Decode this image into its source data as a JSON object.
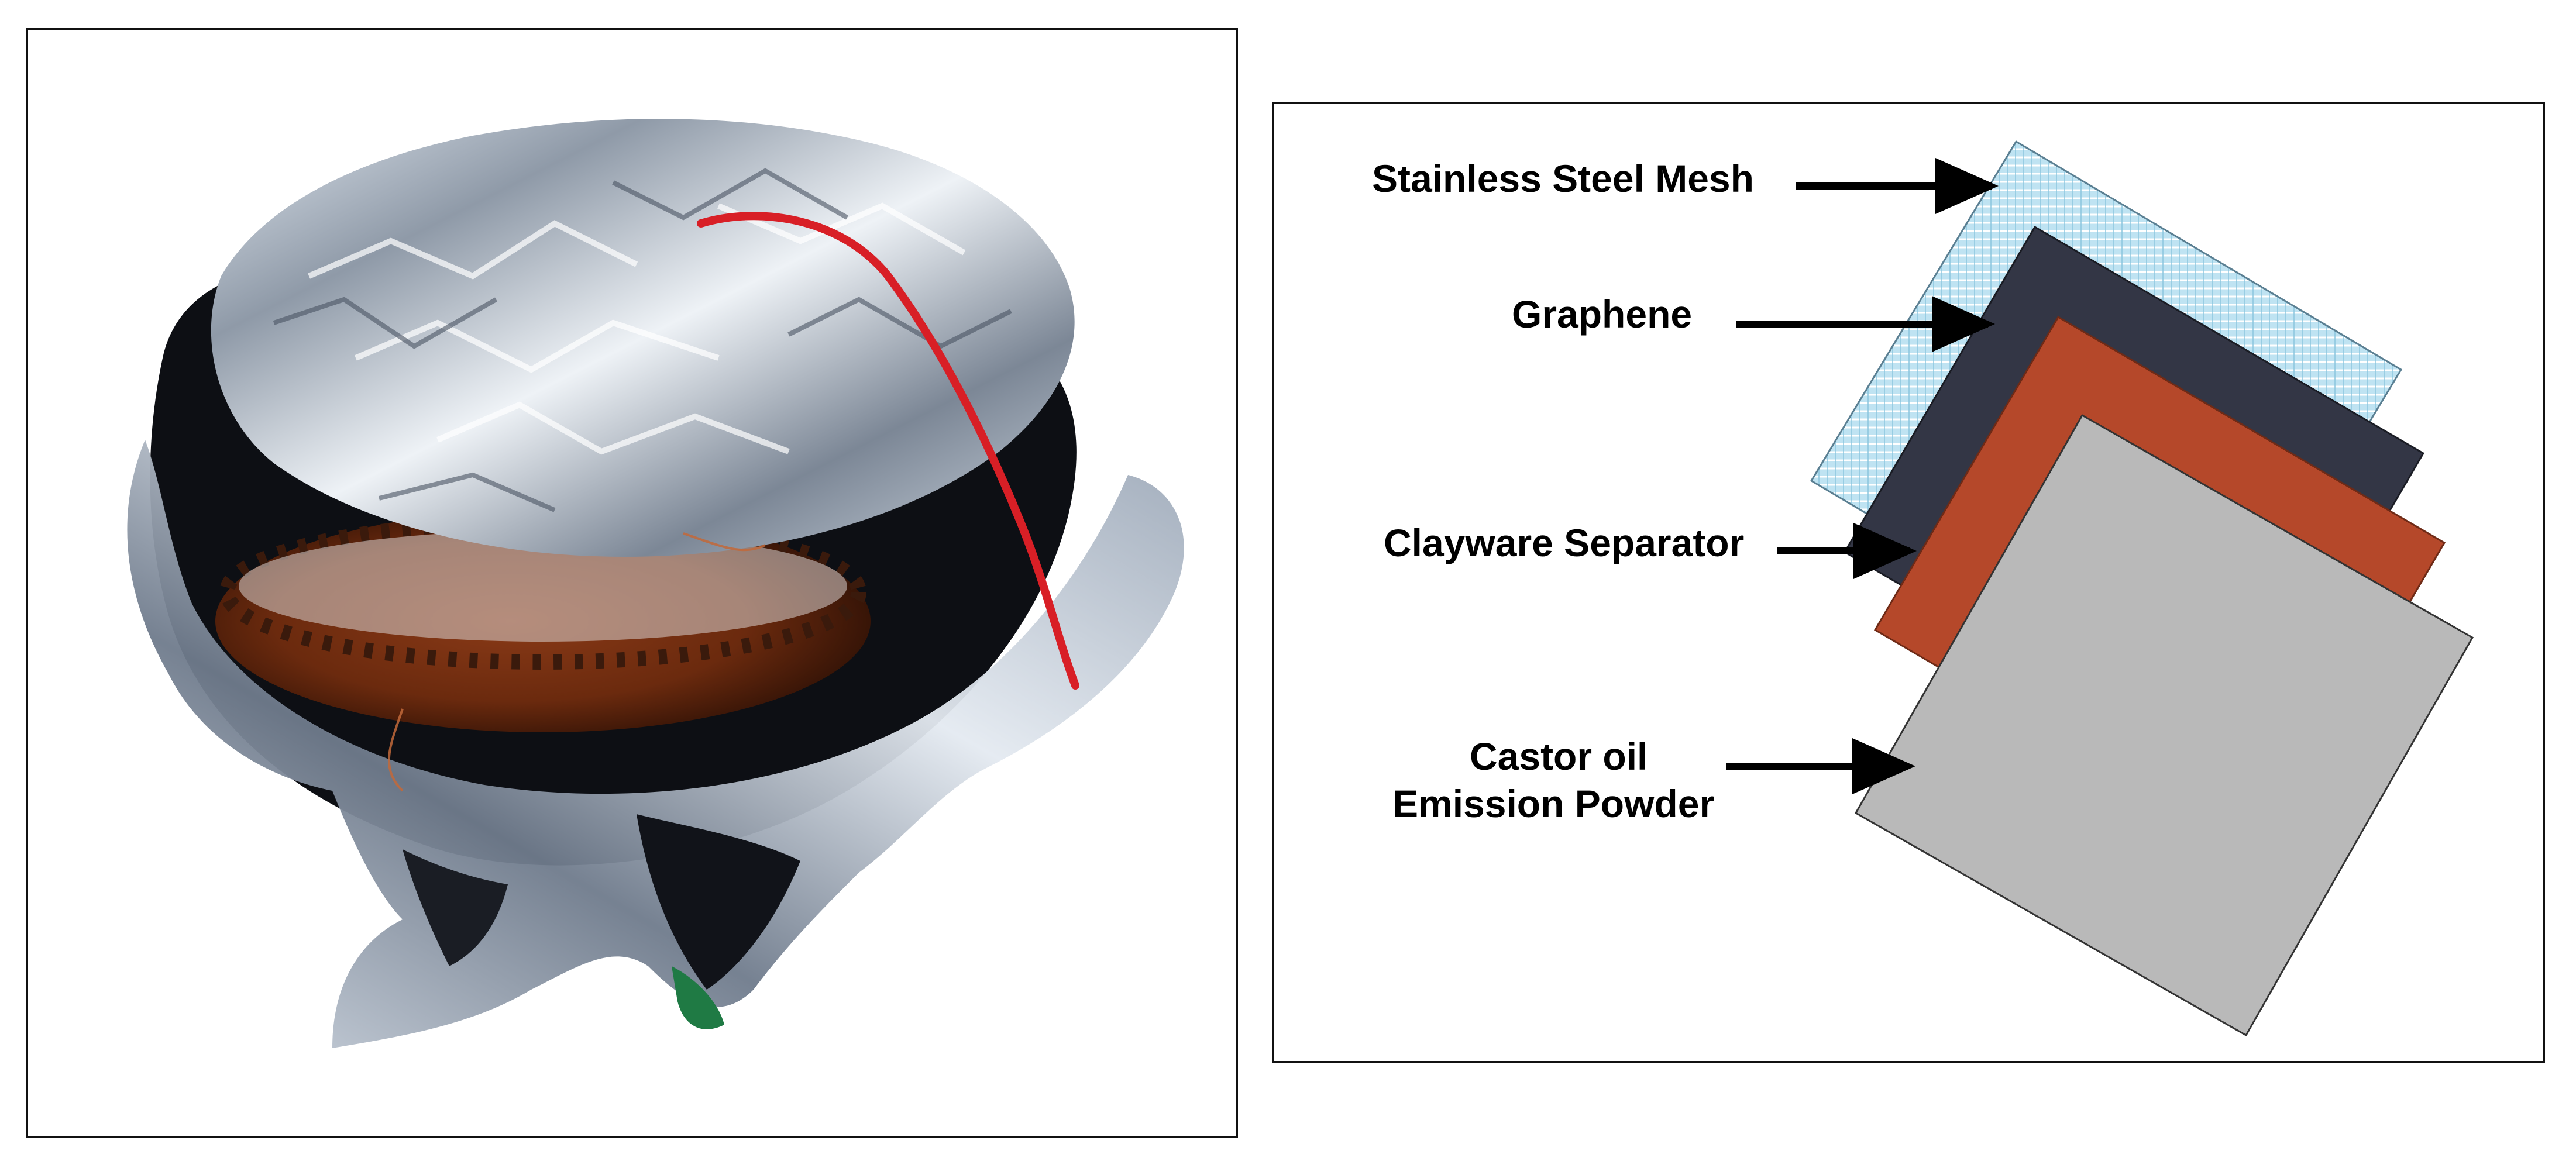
{
  "photo": {
    "description_icon": "aluminium-foil-wrapped-cell-photo"
  },
  "diagram": {
    "labels": {
      "stainless_steel_mesh": "Stainless Steel Mesh",
      "graphene": "Graphene",
      "clayware_separator": "Clayware Separator",
      "castor_oil_line1": "Castor oil",
      "castor_oil_line2": "Emission Powder"
    },
    "colors": {
      "mesh": "#bfe3f2",
      "graphene": "#333645",
      "clayware": "#b5482a",
      "emission_powder": "#b9b9b9",
      "arrow": "#000000"
    }
  }
}
